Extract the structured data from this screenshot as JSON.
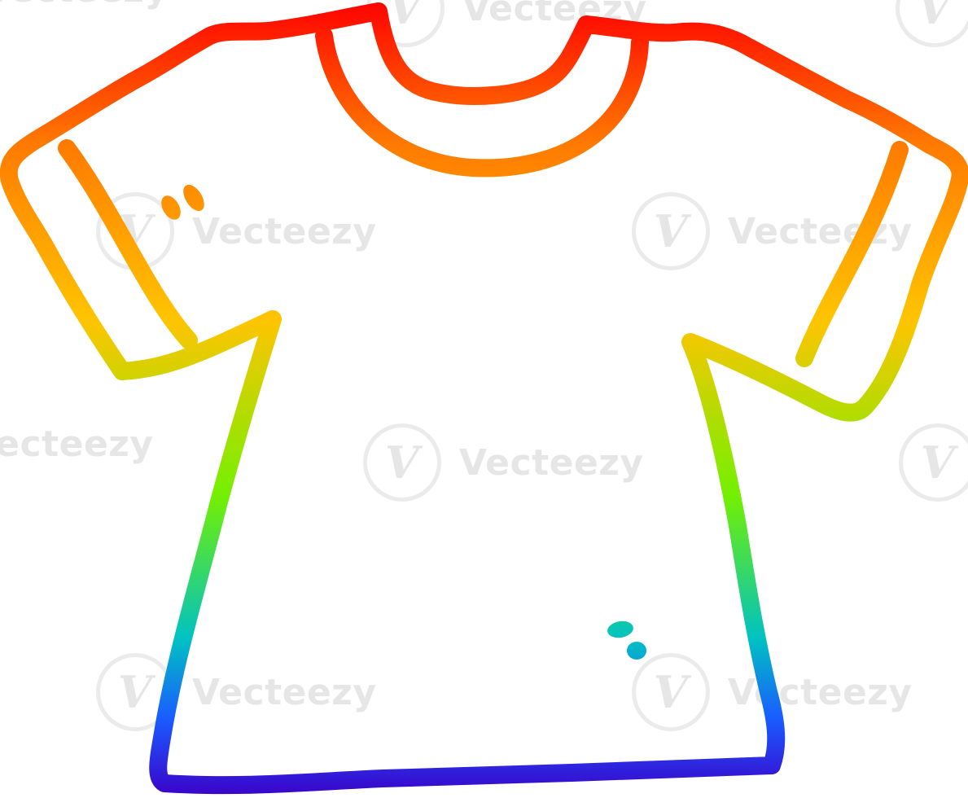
{
  "watermark": {
    "text": "Vecteezy",
    "logo_glyph": "V",
    "color": "#e6e6e6"
  },
  "illustration": {
    "subject": "t-shirt",
    "icon": "tshirt-icon",
    "stroke_gradient": [
      "#ff0000",
      "#ff8c00",
      "#ffc800",
      "#7cff00",
      "#00c8c8",
      "#1e64ff",
      "#3c00c8"
    ],
    "fill": "#ffffff"
  }
}
